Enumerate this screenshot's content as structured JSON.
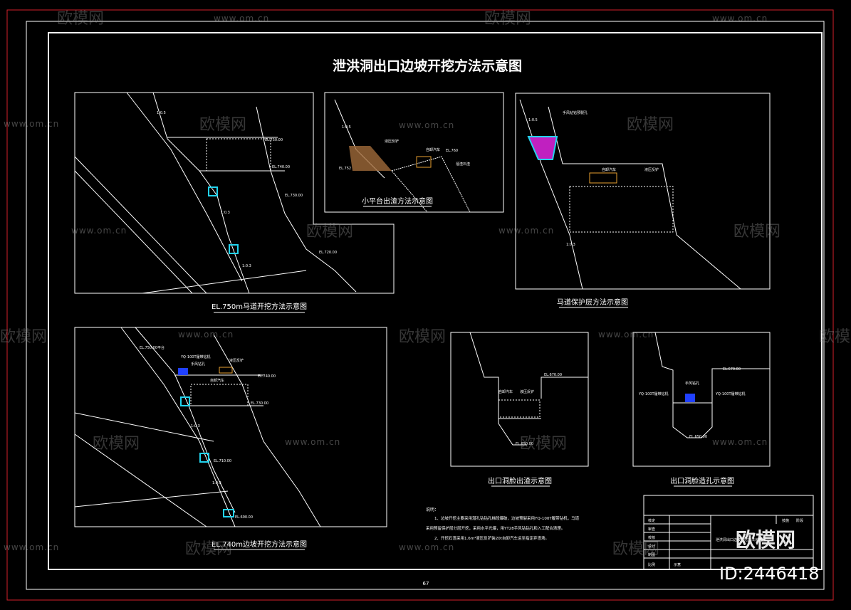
{
  "drawing": {
    "title": "泄洪洞出口边坡开挖方法示意图",
    "page_number": "67",
    "id_label": "ID:2446418"
  },
  "panels": {
    "p1": {
      "caption": "EL.750m马道开挖方法示意图",
      "labels": [
        "EL.750.00",
        "EL.740.00",
        "EL.730.00",
        "EL.720.00"
      ],
      "slopes": [
        "1:0.5",
        "1:0.3",
        "1:0.3"
      ]
    },
    "p2": {
      "caption": "小平台出渣方法示意图",
      "labels": [
        "液压反铲",
        "自卸汽车",
        "EL.752",
        "EL.760",
        "溜渣石渣"
      ],
      "slopes": [
        "1:0.5"
      ]
    },
    "p3": {
      "caption": "马道保护层方法示意图",
      "labels": [
        "手风钻钻预裂孔",
        "液压反铲",
        "自卸汽车"
      ],
      "slopes": [
        "1:0.5",
        "1:0.3"
      ]
    },
    "p4": {
      "caption": "EL.740m边坡开挖方法示意图",
      "labels": [
        "EL.750.00平台",
        "YQ-100T履带钻机",
        "手风钻孔",
        "液压反铲",
        "自卸汽车",
        "EL.740.00",
        "EL.730.00",
        "EL.710.00",
        "EL.690.00"
      ],
      "slopes": [
        "1:0.3",
        "1:0.3"
      ]
    },
    "p5": {
      "caption": "出口洞脸出渣示意图",
      "labels": [
        "EL.670.00",
        "自卸汽车",
        "液压反铲",
        "EL.650.00"
      ]
    },
    "p6": {
      "caption": "出口洞脸造孔示意图",
      "labels": [
        "EL.670.00",
        "YQ-100T履带钻机",
        "手风钻孔",
        "YQ-100T履带钻机",
        "EL.650.00"
      ]
    }
  },
  "notes": {
    "heading": "说明：",
    "lines": [
      "1、边坡开挖主要采用潜孔钻钻孔梯段爆破，边坡预裂采用YQ-100T履带钻机，马道",
      "采用预留保护层分层开挖，采用水平光爆，用YT28手风钻钻孔和入工配合清理。",
      "2、开挖石渣采用1.6m³液压反铲装20t自卸汽车运至指定弃渣场。"
    ]
  },
  "title_block": {
    "rows": [
      "核定",
      "审查",
      "校核",
      "设计",
      "制图",
      "比例"
    ],
    "scale": "示意",
    "drawing_name": "泄洪洞出口边坡开挖方法示意图",
    "header": [
      "技施",
      "阶段"
    ]
  },
  "watermark": {
    "brand": "欧模网",
    "url": "www.om.cn",
    "color": "#9a9a9a"
  },
  "colors": {
    "frame_red": "#d4202a",
    "line": "#ffffff",
    "cyan": "#22d3ee",
    "magenta": "#c020c0",
    "blue": "#2040ff",
    "orange": "#e8a030"
  }
}
